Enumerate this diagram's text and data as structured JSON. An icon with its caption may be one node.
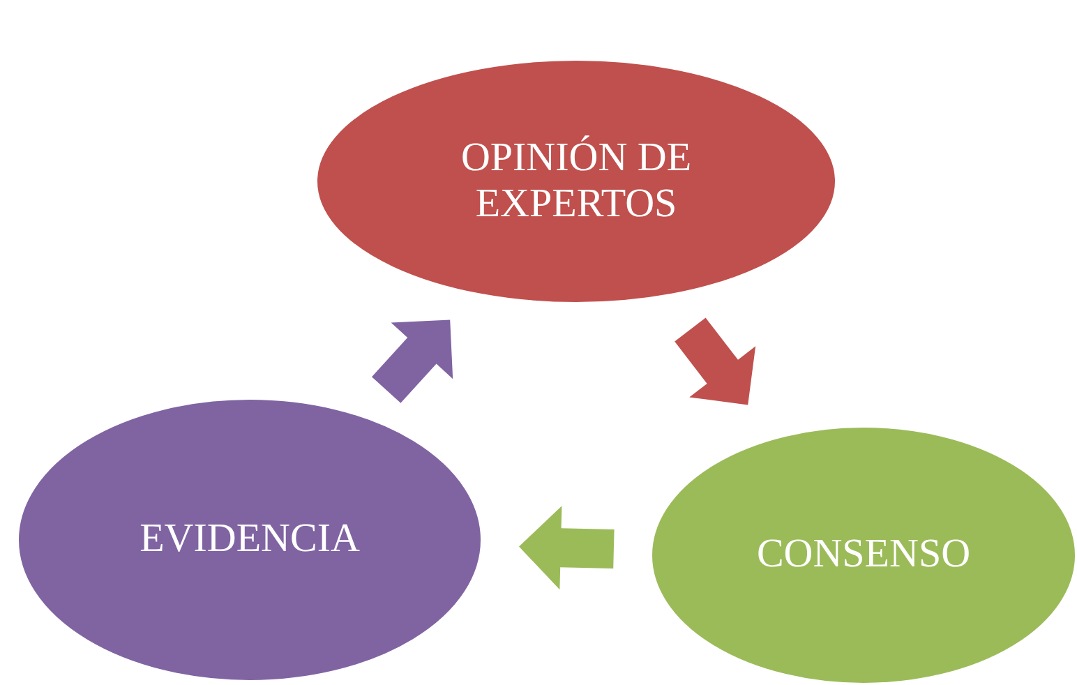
{
  "diagram": {
    "nodes": [
      {
        "text": [
          "OPINIÓN DE EXPERTOS"
        ]
      },
      {
        "text": [
          "EVIDENCIA"
        ]
      },
      {
        "text": [
          "CONSENSO"
        ]
      }
    ],
    "edges": [
      {
        "from": 0,
        "to": 2,
        "arrow": "to",
        "color": "#c0504d"
      },
      {
        "from": 2,
        "to": 1,
        "arrow": "to",
        "color": "#9bbb59"
      },
      {
        "from": 1,
        "to": 0,
        "arrow": "to",
        "color": "#8064a2"
      }
    ]
  }
}
